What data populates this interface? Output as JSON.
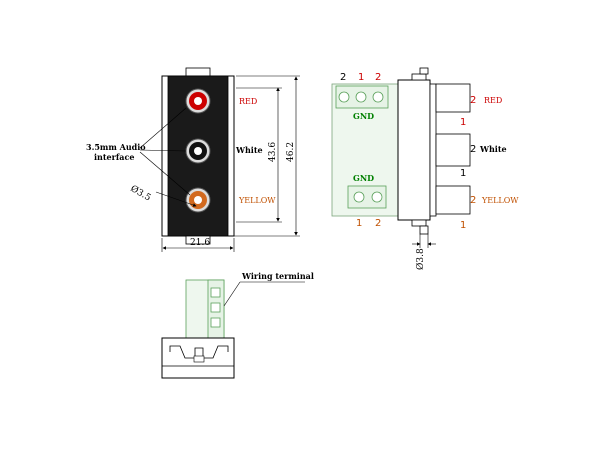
{
  "front_view": {
    "jack_labels": {
      "red": "RED",
      "white": "White",
      "yellow": "YELLOW"
    },
    "interface_label": [
      "3.5mm Audio",
      "interface"
    ],
    "hole_dim": "Ø3.5",
    "width_dim": "21.6",
    "inner_height_dim": "43.6",
    "outer_height_dim": "46.2"
  },
  "side_view": {
    "top_pins": [
      "2",
      "1",
      "2"
    ],
    "top_gnd": "GND",
    "bottom_gnd": "GND",
    "bottom_pins": [
      "1",
      "2"
    ],
    "right_labels": {
      "red": "RED",
      "white": "White",
      "yellow": "YELLOW"
    },
    "right_numbers": {
      "red_2": "2",
      "red_1": "1",
      "white_2": "2",
      "white_1": "1",
      "yellow_2": "2",
      "yellow_1": "1"
    },
    "pin_dim": "Ø3.8"
  },
  "bottom_view": {
    "terminal_label": "Wiring terminal"
  },
  "colors": {
    "red": "#cc0000",
    "green": "#008000",
    "orange": "#c85a00",
    "brand_red_label": "#cc0000",
    "yellow_label": "#c05000",
    "terminal_green": "#5aa05a"
  }
}
